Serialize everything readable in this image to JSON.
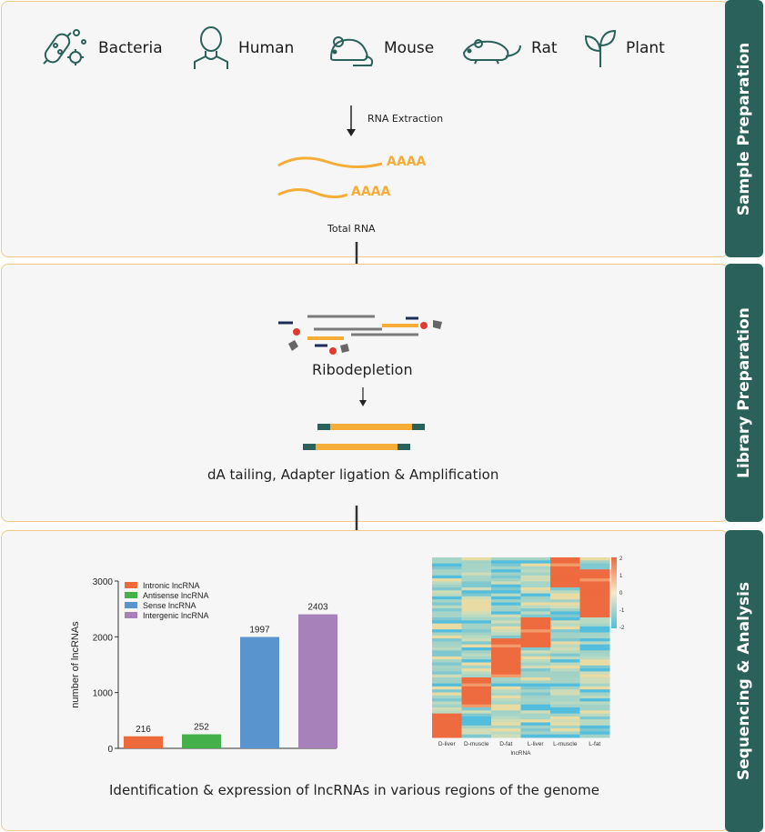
{
  "sections": {
    "sample": {
      "title": "Sample Preparation"
    },
    "library": {
      "title": "Library Preparation"
    },
    "sequencing": {
      "title": "Sequencing & Analysis"
    }
  },
  "organisms": [
    {
      "label": "Bacteria",
      "icon": "bacteria-icon"
    },
    {
      "label": "Human",
      "icon": "human-icon"
    },
    {
      "label": "Mouse",
      "icon": "mouse-icon"
    },
    {
      "label": "Rat",
      "icon": "rat-icon"
    },
    {
      "label": "Plant",
      "icon": "plant-icon"
    }
  ],
  "sample": {
    "step_label": "RNA Extraction",
    "poly_a_1": "AAAA",
    "poly_a_2": "AAAA",
    "total_rna": "Total RNA"
  },
  "library": {
    "ribodepletion": "Ribodepletion",
    "caption": "dA tailing, Adapter ligation & Amplification"
  },
  "sequencing": {
    "caption": "Identification & expression of lncRNAs in various regions of the genome"
  },
  "colors": {
    "teal": "#2b615b",
    "orange": "#f5ad38",
    "panel_border": "#f2c98a"
  },
  "chart_data": [
    {
      "type": "bar",
      "categories": [
        "Intronic lncRNA",
        "Antisense lncRNA",
        "Sense lncRNA",
        "Intergenic lncRNA"
      ],
      "values": [
        216,
        252,
        1997,
        2403
      ],
      "colors": [
        "#ef6a3a",
        "#43b04a",
        "#5a94cf",
        "#a781b9"
      ],
      "ylabel": "number of lncRNAs",
      "yticks": [
        0,
        1000,
        2000,
        3000
      ],
      "ylim": [
        0,
        3000
      ],
      "legend": [
        "Intronic lncRNA",
        "Antisense lncRNA",
        "Sense lncRNA",
        "Intergenic lncRNA"
      ],
      "legend_position": "top-left"
    },
    {
      "type": "heatmap",
      "columns": [
        "D-liver",
        "D-muscle",
        "D-fat",
        "L-liver",
        "L-muscle",
        "L-fat"
      ],
      "xlabel": "lncRNA",
      "colorbar_ticks": [
        "2",
        "1",
        "0",
        "-1",
        "-2"
      ],
      "colorbar_range": [
        -2,
        2
      ]
    }
  ]
}
